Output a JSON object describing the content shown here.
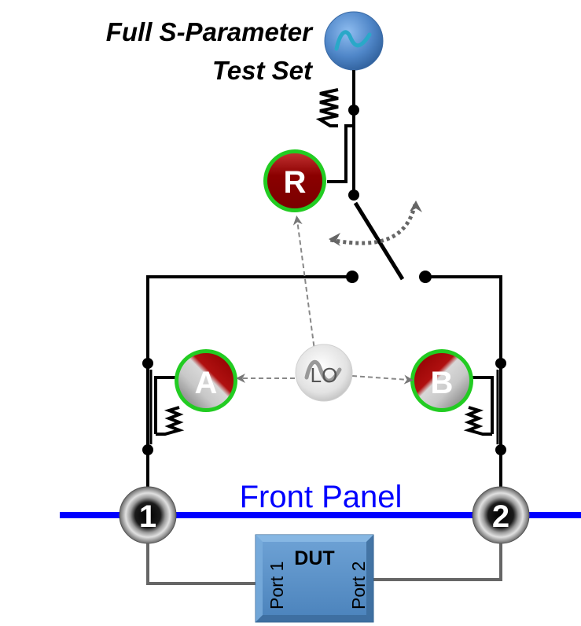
{
  "title": {
    "line1": "Full S-Parameter",
    "line2": "Test Set"
  },
  "source": {
    "icon": "sine-wave-icon",
    "color": "#5a8fd0"
  },
  "receivers": {
    "reference": {
      "label": "R",
      "color": "#8b0000",
      "ring": "#22cc22"
    },
    "a": {
      "label": "A",
      "color": "#a00000",
      "ring": "#22cc22"
    },
    "b": {
      "label": "B",
      "color": "#a00000",
      "ring": "#22cc22"
    }
  },
  "local_oscillator": {
    "label": "LO"
  },
  "front_panel": {
    "label": "Front Panel",
    "color": "#0000ff"
  },
  "ports": [
    {
      "label": "1"
    },
    {
      "label": "2"
    }
  ],
  "dut": {
    "title": "DUT",
    "port1_label": "Port 1",
    "port2_label": "Port 2",
    "color": "#4f8fc9"
  }
}
